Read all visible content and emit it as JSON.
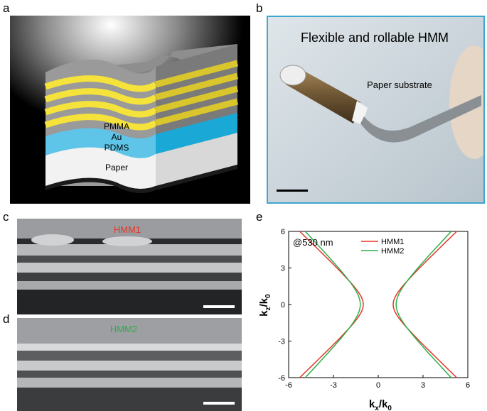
{
  "panel_labels": {
    "a": "a",
    "b": "b",
    "c": "c",
    "d": "d",
    "e": "e"
  },
  "panel_a": {
    "layers": {
      "pmma": "PMMA",
      "au": "Au",
      "pdms": "PDMS",
      "paper": "Paper"
    }
  },
  "panel_b": {
    "title": "Flexible and rollable HMM",
    "substrate_label": "Paper substrate"
  },
  "panel_c": {
    "label": "HMM1",
    "label_color": "#e8362b"
  },
  "panel_d": {
    "label": "HMM2",
    "label_color": "#2bb04a"
  },
  "colors": {
    "hmm1": "#e8362b",
    "hmm2": "#2bb04a",
    "au": "#f5e23a",
    "pdms": "#3ab8e0"
  },
  "chart_data": {
    "type": "line",
    "annotation": "@530 nm",
    "xlabel": "k_x/k_0",
    "ylabel": "k_z/k_0",
    "xlim": [
      -6,
      6
    ],
    "ylim": [
      -6,
      6
    ],
    "xticks": [
      "-6",
      "-3",
      "0",
      "3",
      "6"
    ],
    "yticks": [
      "6",
      "3",
      "0",
      "-3",
      "-6"
    ],
    "legend_position": "top-right",
    "series": [
      {
        "name": "HMM1",
        "color": "#e8362b",
        "kx0": 1.0,
        "slope": 0.9
      },
      {
        "name": "HMM2",
        "color": "#2bb04a",
        "kx0": 1.2,
        "slope": 0.98
      }
    ]
  }
}
